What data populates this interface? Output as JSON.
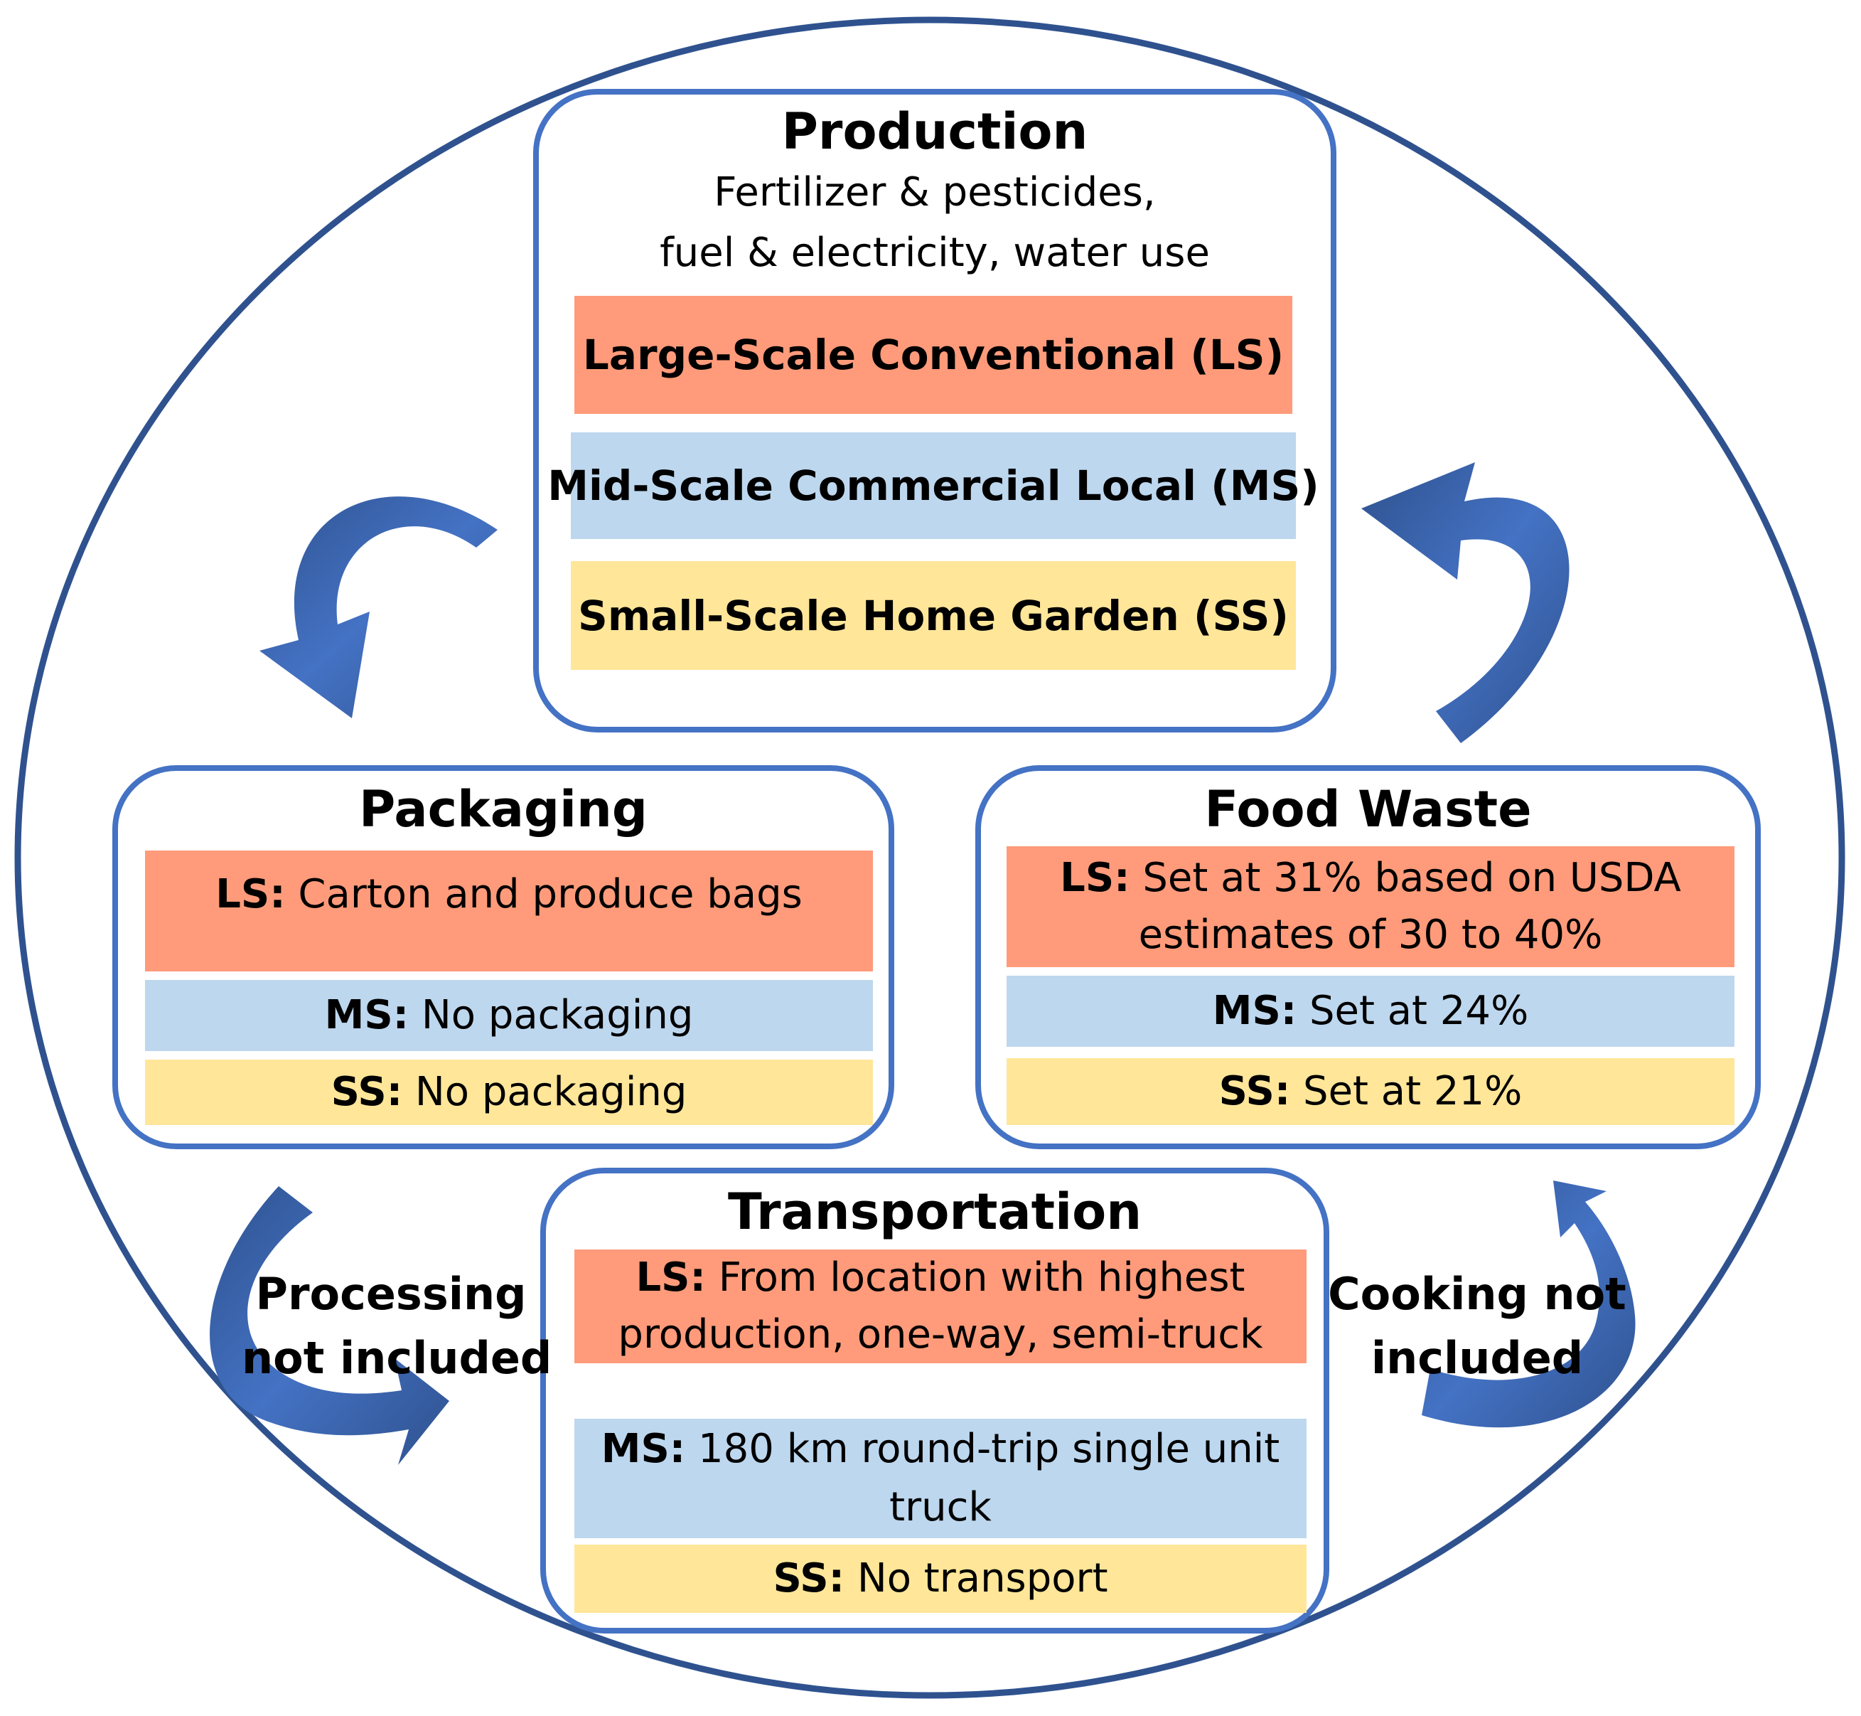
{
  "production": {
    "title": "Production",
    "subtitle_line1": "Fertilizer & pesticides,",
    "subtitle_line2": "fuel & electricity, water use",
    "ls": "Large-Scale Conventional (LS)",
    "ms": "Mid-Scale Commercial Local (MS)",
    "ss": "Small-Scale Home Garden (SS)"
  },
  "packaging": {
    "title": "Packaging",
    "ls_key": "LS:",
    "ls_text": " Carton and produce bags",
    "ms_key": "MS:",
    "ms_text": " No packaging",
    "ss_key": "SS:",
    "ss_text": " No packaging"
  },
  "food_waste": {
    "title": "Food Waste",
    "ls_key": "LS:",
    "ls_text1": " Set at 31% based on USDA",
    "ls_text2": "estimates of 30 to 40%",
    "ms_key": "MS:",
    "ms_text": " Set at 24%",
    "ss_key": "SS:",
    "ss_text": " Set at 21%"
  },
  "transportation": {
    "title": "Transportation",
    "ls_key": "LS:",
    "ls_text1": "  From location with highest",
    "ls_text2": "production, one-way, semi-truck",
    "ms_key": "MS:",
    "ms_text1": " 180 km round-trip single unit",
    "ms_text2": "truck",
    "ss_key": "SS:",
    "ss_text": " No transport"
  },
  "notes": {
    "processing_line1": "Processing",
    "processing_line2": "not included",
    "cooking_line1": "Cooking not",
    "cooking_line2": "included"
  },
  "colors": {
    "outline": "#4472C4",
    "arrow": "#4472C4",
    "ls": "#FF9B7A",
    "ms": "#BDD7EE",
    "ss": "#FFE699"
  }
}
